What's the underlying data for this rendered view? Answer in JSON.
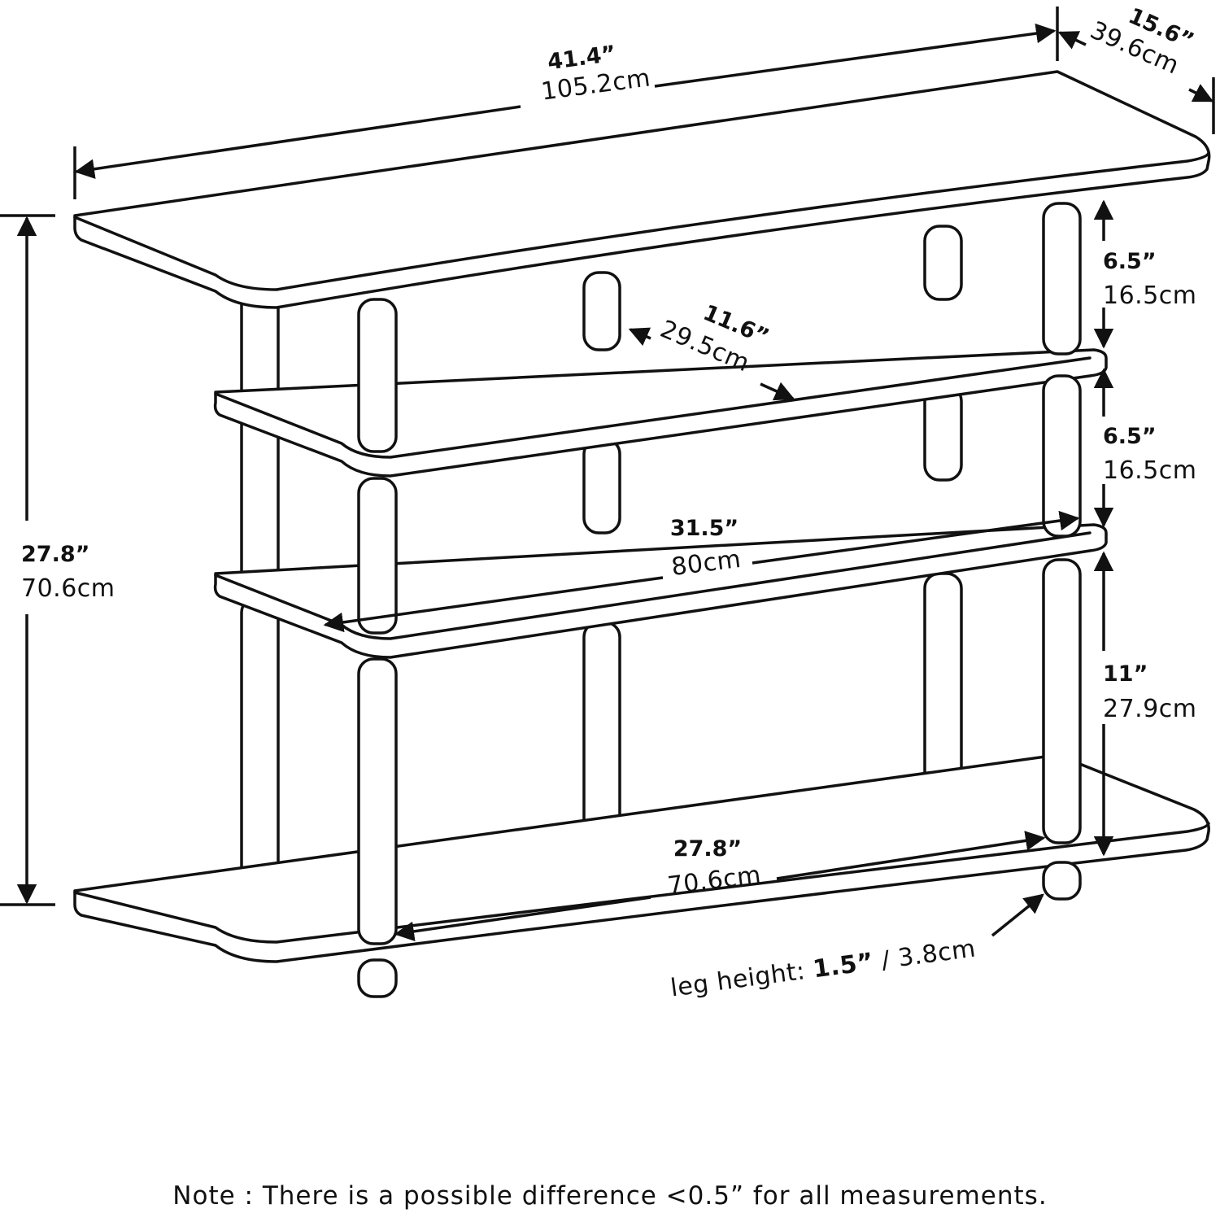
{
  "dimensions": {
    "overall_width": {
      "in": "41.4”",
      "cm": "105.2cm"
    },
    "overall_depth": {
      "in": "15.6”",
      "cm": "39.6cm"
    },
    "overall_height": {
      "in": "27.8”",
      "cm": "70.6cm"
    },
    "top_shelf_gap": {
      "in": "6.5”",
      "cm": "16.5cm"
    },
    "middle_shelf_gap": {
      "in": "6.5”",
      "cm": "16.5cm"
    },
    "bottom_shelf_gap": {
      "in": "11”",
      "cm": "27.9cm"
    },
    "shelf_depth": {
      "in": "11.6”",
      "cm": "29.5cm"
    },
    "shelf_width": {
      "in": "31.5”",
      "cm": "80cm"
    },
    "inner_width": {
      "in": "27.8”",
      "cm": "70.6cm"
    },
    "leg_height": {
      "label": "leg height: ",
      "in": "1.5”",
      "sep": " / ",
      "cm": "3.8cm"
    }
  },
  "note": "Note : There is a possible difference <0.5” for all measurements.",
  "colors": {
    "line": "#111111",
    "background": "#ffffff"
  }
}
